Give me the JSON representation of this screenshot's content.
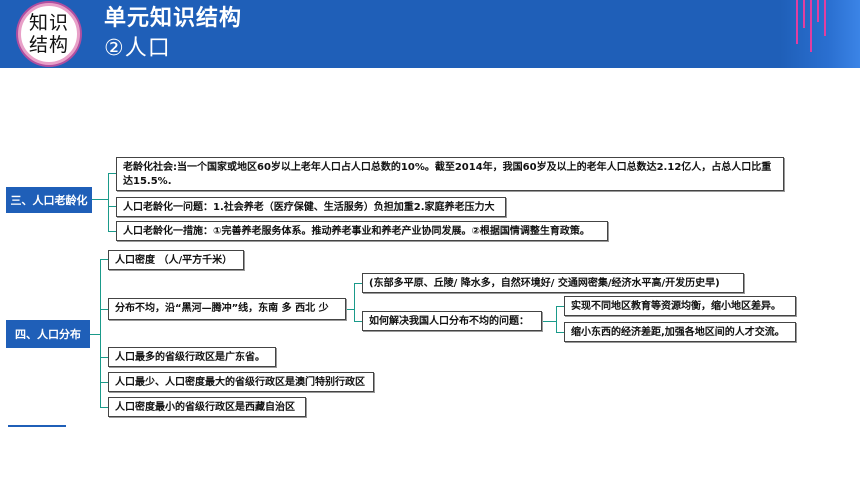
{
  "header": {
    "badge_line1": "知识",
    "badge_line2": "结构",
    "title": "单元知识结构",
    "subtitle": "②人口"
  },
  "colors": {
    "header_bg": "#1f5fb8",
    "accent": "#e23ea0",
    "line": "#1a9a8a"
  },
  "section3": {
    "label": "三、人口老龄化",
    "items": [
      "老龄化社会:当一个国家或地区60岁以上老年人口占人口总数的10%。截至2014年，我国60岁及以上的老年人口总数达2.12亿人，占总人口比重达15.5%.",
      "人口老龄化一问题：1.社会养老（医疗保健、生活服务）负担加重2.家庭养老压力大",
      "人口老龄化一措施：①完善养老服务体系。推动养老事业和养老产业协同发展。②根据国情调整生育政策。"
    ]
  },
  "section4": {
    "label": "四、人口分布",
    "density": "人口密度      （人/平方千米）",
    "uneven": "分布不均，沿“黑河—腾冲”线，东南 多 西北 少",
    "reason": "(东部多平原、丘陵/ 降水多，自然环境好/ 交通网密集/经济水平高/开发历史早)",
    "solve_question": "如何解决我国人口分布不均的问题：",
    "solutions": [
      "实现不同地区教育等资源均衡，缩小地区差异。",
      "缩小东西的经济差距,加强各地区间的人才交流。"
    ],
    "facts": [
      "人口最多的省级行政区是广东省。",
      "人口最少、人口密度最大的省级行政区是澳门特别行政区",
      "人口密度最小的省级行政区是西藏自治区"
    ]
  }
}
